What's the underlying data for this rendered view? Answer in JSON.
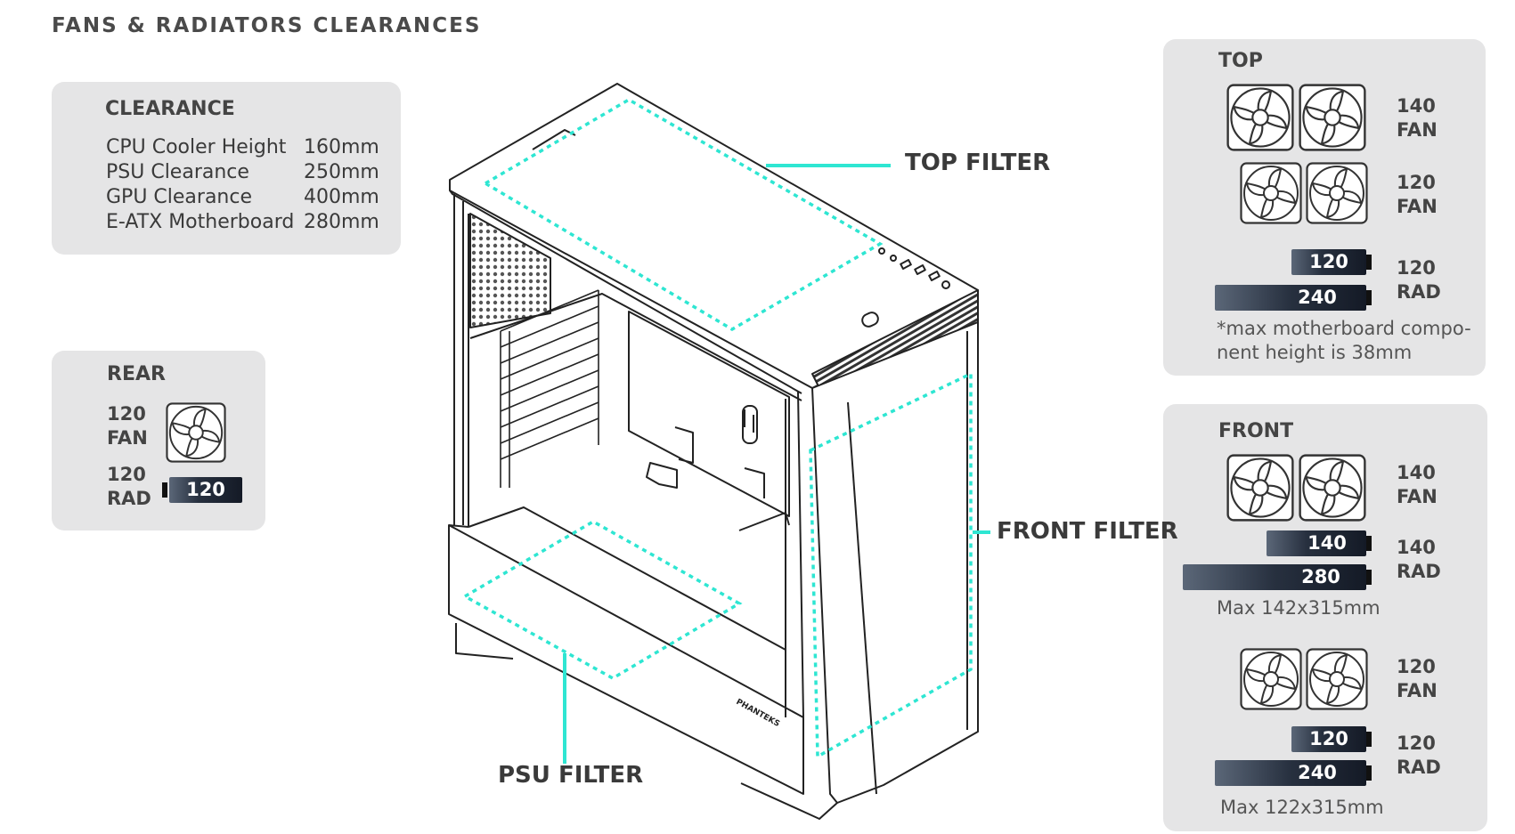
{
  "title": "FANS & RADIATORS CLEARANCES",
  "clearance": {
    "heading": "CLEARANCE",
    "rows": [
      {
        "label": "CPU Cooler Height",
        "value": "160mm"
      },
      {
        "label": "PSU Clearance",
        "value": "250mm"
      },
      {
        "label": "GPU Clearance",
        "value": "400mm"
      },
      {
        "label": "E-ATX Motherboard",
        "value": "280mm"
      }
    ]
  },
  "rear": {
    "heading": "REAR",
    "fan": {
      "size": "120",
      "unit": "FAN"
    },
    "rad": {
      "size": "120",
      "unit": "RAD",
      "bar": "120"
    }
  },
  "top": {
    "heading": "TOP",
    "fan140": {
      "size": "140",
      "unit": "FAN"
    },
    "fan120": {
      "size": "120",
      "unit": "FAN"
    },
    "rad": {
      "size": "120",
      "unit": "RAD",
      "bars": [
        "120",
        "240"
      ]
    },
    "note_line1": "*max motherboard compo-",
    "note_line2": "nent height is 38mm"
  },
  "front": {
    "heading": "FRONT",
    "fan140": {
      "size": "140",
      "unit": "FAN"
    },
    "rad140": {
      "size": "140",
      "unit": "RAD",
      "bars": [
        "140",
        "280"
      ]
    },
    "max1": "Max 142x315mm",
    "fan120": {
      "size": "120",
      "unit": "FAN"
    },
    "rad120": {
      "size": "120",
      "unit": "RAD",
      "bars": [
        "120",
        "240"
      ]
    },
    "max2": "Max 122x315mm"
  },
  "callouts": {
    "top_filter": "TOP FILTER",
    "front_filter": "FRONT FILTER",
    "psu_filter": "PSU FILTER"
  },
  "brand_mark": "PHANTEKS",
  "colors": {
    "panel_bg": "#e5e5e6",
    "filter_accent": "#2ee6d2",
    "rad_bar": "#141a26"
  }
}
